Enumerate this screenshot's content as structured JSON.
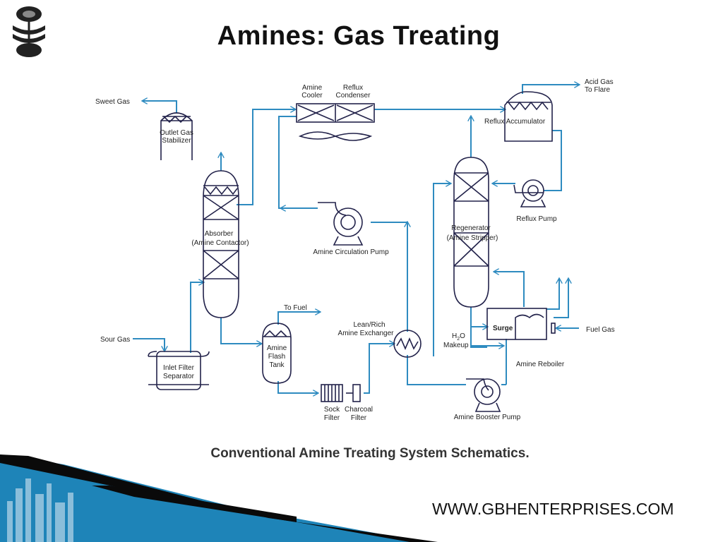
{
  "slide": {
    "title": "Amines: Gas Treating",
    "caption": "Conventional Amine Treating System Schematics.",
    "website": "WWW.GBHENTERPRISES.COM"
  },
  "colors": {
    "line": "#2e8bc0",
    "equipment": "#22224a",
    "banner_blue": "#1e84b8",
    "banner_dark": "#0a0a0a"
  },
  "labels": {
    "sweet_gas": "Sweet Gas",
    "outlet_gas": "Outlet Gas",
    "stabilizer": "Stabilizer",
    "amine_cooler_1": "Amine",
    "amine_cooler_2": "Cooler",
    "reflux_condenser_1": "Reflux",
    "reflux_condenser_2": "Condenser",
    "acid_gas_1": "Acid Gas",
    "acid_gas_2": "To Flare",
    "reflux_accumulator": "Reflux Accumulator",
    "absorber_1": "Absorber",
    "absorber_2": "(Amine Contactor)",
    "amine_circulation_pump": "Amine Circulation Pump",
    "regenerator_1": "Regenerator",
    "regenerator_2": "(Amine Stripper)",
    "reflux_pump": "Reflux Pump",
    "to_fuel": "To Fuel",
    "lean_rich_1": "Lean/Rich",
    "lean_rich_2": "Amine Exchanger",
    "h2o_main": "H",
    "h2o_sub": "2",
    "h2o_end": "O",
    "makeup": "Makeup",
    "surge": "Surge",
    "fuel_gas": "Fuel Gas",
    "sour_gas": "Sour Gas",
    "amine_flash_1": "Amine",
    "amine_flash_2": "Flash",
    "amine_flash_3": "Tank",
    "inlet_filter_1": "Inlet Filter",
    "inlet_filter_2": "Separator",
    "amine_reboiler": "Amine Reboiler",
    "sock_1": "Sock",
    "sock_2": "Filter",
    "charcoal_1": "Charcoal",
    "charcoal_2": "Filter",
    "amine_booster_pump": "Amine Booster Pump"
  }
}
